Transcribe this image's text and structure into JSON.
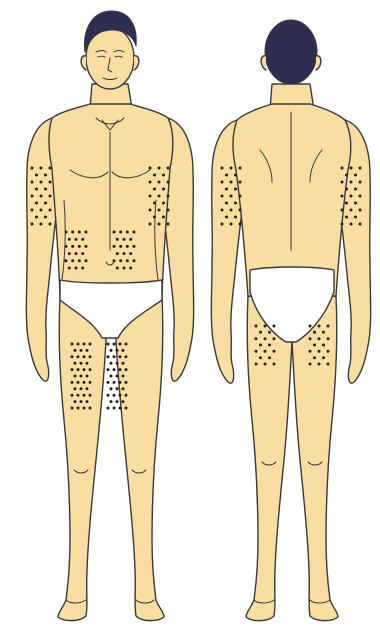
{
  "figure": {
    "figures": [
      {
        "view": "front",
        "hair_color": "#2e2d52"
      },
      {
        "view": "back",
        "hair_color": "#2e2d52"
      }
    ],
    "colors": {
      "skin": "#f9dea1",
      "outline": "#3a3a3a",
      "underwear": "#ffffff",
      "dots": "#222222",
      "background": "#ffffff"
    },
    "injection_site_regions": {
      "front": [
        "right-upper-arm",
        "left-upper-arm",
        "abdomen-right",
        "abdomen-left",
        "right-thigh",
        "left-thigh"
      ],
      "back": [
        "left-upper-arm-back",
        "right-upper-arm-back",
        "left-buttock-lower",
        "right-buttock-lower"
      ]
    }
  }
}
